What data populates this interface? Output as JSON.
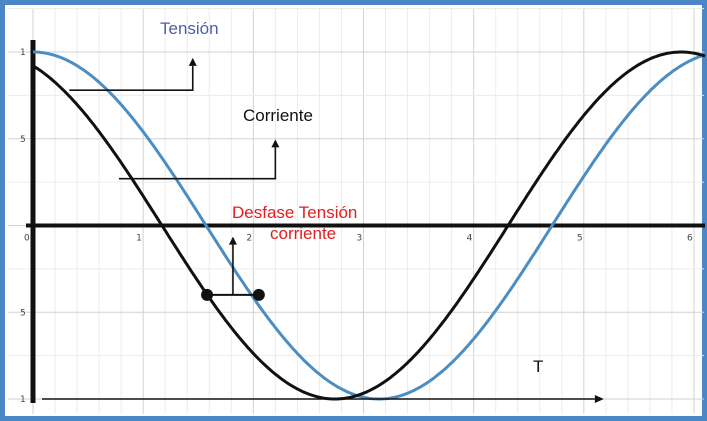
{
  "chart_data": {
    "type": "line",
    "x_tick_labels": [
      "0",
      "1",
      "2",
      "3",
      "4",
      "5",
      "6"
    ],
    "y_tick_labels": [
      "1",
      "5",
      "5",
      "1"
    ],
    "xlim": [
      0,
      6.1
    ],
    "ylim": [
      -1,
      1
    ],
    "grid": true,
    "series": [
      {
        "key": "tension",
        "color": "#4a8ec4",
        "x": [
          0,
          0.25,
          0.5,
          0.75,
          1.0,
          1.25,
          1.5,
          1.75,
          2.0,
          2.25,
          2.5,
          2.75,
          3.0,
          3.25,
          3.5,
          3.75,
          4.0,
          4.25,
          4.5,
          4.75,
          5.0,
          5.25,
          5.5,
          5.75,
          6.0,
          6.1
        ],
        "y": [
          1.0,
          0.969,
          0.878,
          0.732,
          0.54,
          0.315,
          0.071,
          -0.178,
          -0.416,
          -0.628,
          -0.801,
          -0.924,
          -0.99,
          -0.994,
          -0.936,
          -0.82,
          -0.654,
          -0.446,
          -0.211,
          0.038,
          0.284,
          0.512,
          0.709,
          0.862,
          0.96,
          0.983
        ]
      },
      {
        "key": "corriente",
        "color": "#111111",
        "x": [
          0,
          0.25,
          0.5,
          0.75,
          1.0,
          1.25,
          1.5,
          1.75,
          2.0,
          2.25,
          2.5,
          2.75,
          3.0,
          3.25,
          3.5,
          3.75,
          4.0,
          4.25,
          4.5,
          4.75,
          5.0,
          5.25,
          5.5,
          5.75,
          6.0,
          6.1
        ],
        "y": [
          0.921,
          0.795,
          0.62,
          0.404,
          0.161,
          -0.089,
          -0.335,
          -0.559,
          -0.745,
          -0.885,
          -0.97,
          -0.999,
          -0.965,
          -0.873,
          -0.727,
          -0.537,
          -0.315,
          -0.071,
          0.179,
          0.416,
          0.628,
          0.801,
          0.924,
          0.99,
          0.994,
          0.98
        ]
      }
    ],
    "annotations": {
      "tension_label": "Tensión",
      "corriente_label": "Corriente",
      "desfase_line1": "Desfase Tensión",
      "desfase_line2": "corriente",
      "t_label": "T"
    },
    "phase_marker": {
      "x_start": 1.58,
      "x_end": 2.05,
      "y": -0.4
    }
  }
}
